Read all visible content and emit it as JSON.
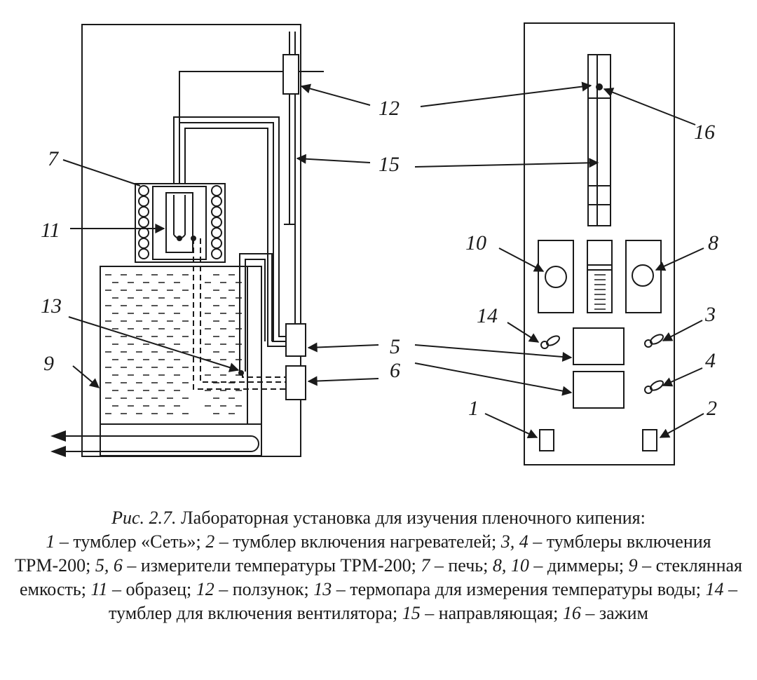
{
  "labels": {
    "n1": "1",
    "n2": "2",
    "n3": "3",
    "n4": "4",
    "n5": "5",
    "n6": "6",
    "n7": "7",
    "n8": "8",
    "n9": "9",
    "n10": "10",
    "n11": "11",
    "n12": "12",
    "n13": "13",
    "n14": "14",
    "n15": "15",
    "n16": "16"
  },
  "caption": {
    "fig_ref": "Рис. 2.7.",
    "title": " Лабораторная установка для изучения пленочного кипения:",
    "items": [
      {
        "num": "1",
        "text": " – тумблер «Сеть»; "
      },
      {
        "num": "2",
        "text": " – тумблер включения нагревателей; "
      },
      {
        "num": "3, 4",
        "text": " – тумблеры включения ТРМ-200; "
      },
      {
        "num": "5, 6",
        "text": " – измерители температуры ТРМ-200; "
      },
      {
        "num": "7",
        "text": " – печь; "
      },
      {
        "num": "8, 10",
        "text": " – диммеры; "
      },
      {
        "num": "9",
        "text": " – стеклянная емкость; "
      },
      {
        "num": "11",
        "text": " – образец; "
      },
      {
        "num": "12",
        "text": " – ползунок; "
      },
      {
        "num": "13",
        "text": " – термопара для измерения температуры воды; "
      },
      {
        "num": "14",
        "text": " – тумблер для включения вентилятора; "
      },
      {
        "num": "15",
        "text": " – направляющая; "
      },
      {
        "num": "16",
        "text": " – зажим"
      }
    ]
  }
}
